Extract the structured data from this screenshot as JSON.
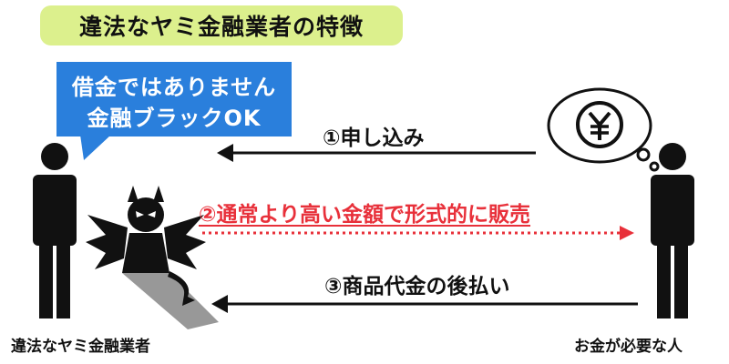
{
  "title": "違法なヤミ金融業者の特徴",
  "speech_bubble": {
    "lines": [
      "借金ではありません",
      "金融ブラックOK"
    ]
  },
  "thought_bubble": {
    "icon": "yen-coin-icon",
    "symbol": "¥"
  },
  "steps": [
    {
      "label": "①申し込み",
      "direction": "right-to-left",
      "style": "solid"
    },
    {
      "label": "②通常より高い金額で形式的に販売",
      "direction": "left-to-right",
      "style": "dotted",
      "color": "#e8303a"
    },
    {
      "label": "③商品代金の後払い",
      "direction": "right-to-left",
      "style": "solid"
    }
  ],
  "actors": {
    "left": "違法なヤミ金融業者",
    "right": "お金が必要な人"
  },
  "colors": {
    "title_bg": "#dcf08d",
    "bubble_bg": "#2a7fdc",
    "accent_red": "#e8303a",
    "ink": "#111111"
  }
}
